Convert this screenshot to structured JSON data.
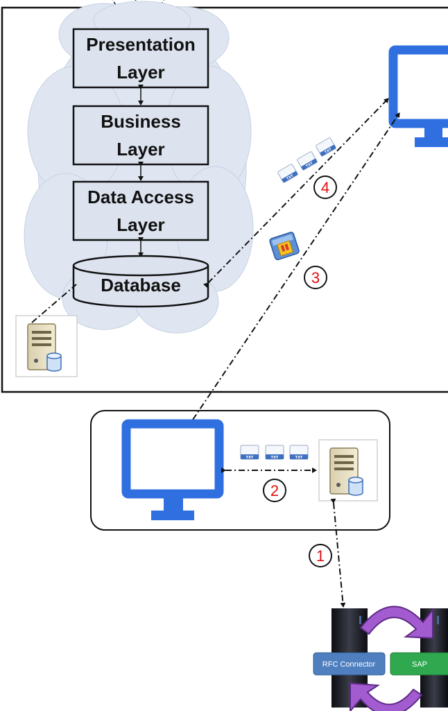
{
  "layers": {
    "presentation": [
      "Presentation",
      "Layer"
    ],
    "business": [
      "Business",
      "Layer"
    ],
    "data_access": [
      "Data Access",
      "Layer"
    ],
    "database": "Database"
  },
  "steps": [
    "1",
    "2",
    "3",
    "4"
  ],
  "file_badge": "TXT",
  "connectors": {
    "rfc": "RFC Connector",
    "sap": "SAP"
  },
  "colors": {
    "cloud": "#dfe6f2",
    "layer_box": "#dce3ef",
    "monitor": "#2f6fe0",
    "rfc_bar": "#4f7fbf",
    "sap_bar": "#2fa84f",
    "arrows": "#8a3fc2",
    "step_number": "#e01010"
  }
}
